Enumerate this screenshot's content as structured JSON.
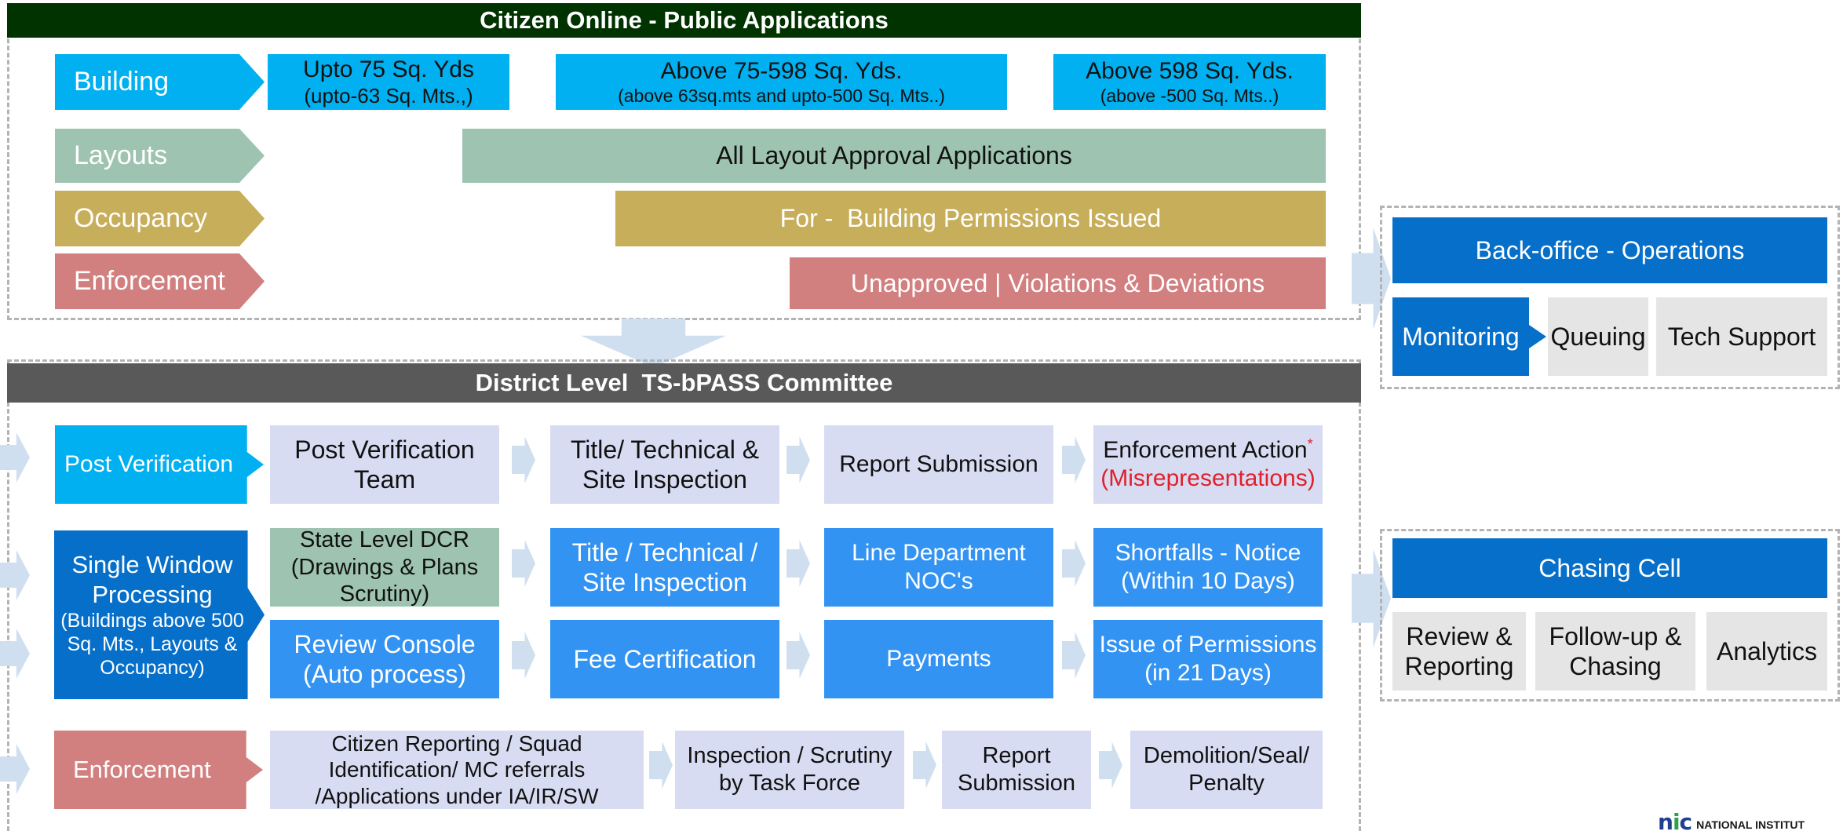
{
  "colors": {
    "top_header": "#003300",
    "committee_header": "#595959",
    "building": "#00b0f0",
    "layouts": "#9ec4b1",
    "occupancy": "#c7ae5a",
    "enforcement": "#d27f80",
    "backoffice": "#066fc9",
    "light_box": "#d7dcf3",
    "mid_box": "#3393f2",
    "grey_box": "#e5e5e5",
    "dcr_box": "#9ec4b1",
    "alert_text": "#e0202b"
  },
  "citizen": {
    "title": "Citizen Online - Public Applications",
    "building": {
      "label": "Building",
      "slab1": {
        "main": "Upto 75 Sq. Yds",
        "sub": "(upto-63 Sq. Mts.,)"
      },
      "slab2": {
        "main": "Above 75-598 Sq. Yds.",
        "sub": "(above 63sq.mts and upto-500 Sq. Mts..)"
      },
      "slab3": {
        "main": "Above 598 Sq. Yds.",
        "sub": "(above -500 Sq. Mts..)"
      }
    },
    "layouts": {
      "label": "Layouts",
      "bar": "All Layout Approval Applications"
    },
    "occupancy": {
      "label": "Occupancy",
      "bar": "For -  Building Permissions Issued"
    },
    "enforcement": {
      "label": "Enforcement",
      "bar": "Unapproved | Violations & Deviations"
    }
  },
  "committee": {
    "title": "District Level  TS-bPASS Committee",
    "post_verification": {
      "label": "Post Verification",
      "steps": [
        "Post Verification Team",
        "Title/ Technical & Site Inspection",
        "Report Submission"
      ],
      "final_main": "Enforcement Action",
      "final_star": "*",
      "final_sub": "(Misrepresentations)"
    },
    "single_window": {
      "label_main": "Single Window Processing",
      "label_sub": "(Buildings above 500 Sq. Mts., Layouts & Occupancy)",
      "row1": [
        "State Level DCR (Drawings & Plans Scrutiny)",
        "Title / Technical / Site Inspection",
        "Line Department NOC's",
        "Shortfalls - Notice (Within 10 Days)"
      ],
      "row2": [
        "Review Console (Auto process)",
        "Fee Certification",
        "Payments",
        "Issue of Permissions (in 21 Days)"
      ]
    },
    "enforcement": {
      "label": "Enforcement",
      "steps": [
        "Citizen Reporting / Squad Identification/ MC referrals /Applications under IA/IR/SW",
        "Inspection / Scrutiny by Task Force",
        "Report Submission",
        "Demolition/Seal/ Penalty"
      ]
    }
  },
  "backoffice": {
    "title": "Back-office - Operations",
    "monitoring": "Monitoring",
    "queuing": "Queuing",
    "tech_support": "Tech Support"
  },
  "chasing": {
    "title": "Chasing Cell",
    "items": [
      "Review & Reporting",
      "Follow-up & Chasing",
      "Analytics"
    ]
  },
  "logo": {
    "mark": "nic",
    "text": "NATIONAL INSTITUT"
  }
}
